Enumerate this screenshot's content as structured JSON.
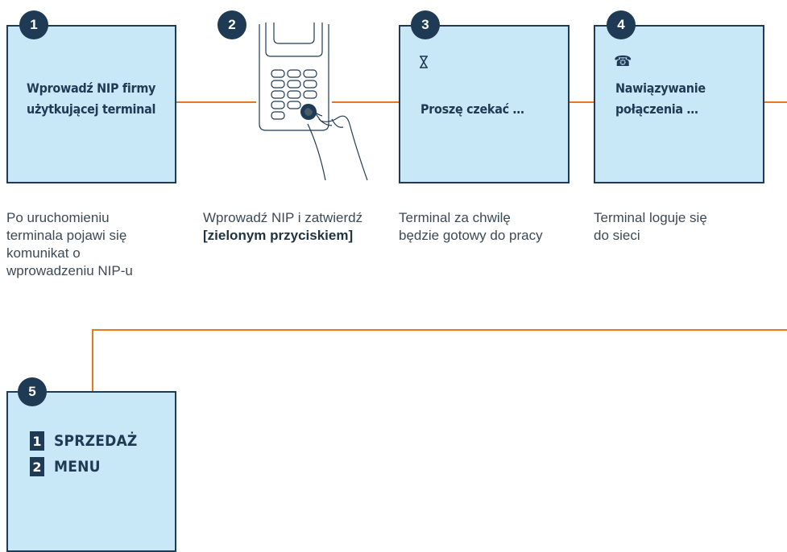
{
  "steps": [
    {
      "number": "1",
      "screen": "Wprowadź NIP firmy użytkującej terminal",
      "caption": "Po uruchomieniu terminala pojawi się komunikat o wprowadzeniu NIP-u"
    },
    {
      "number": "2",
      "caption_prefix": "Wprowadź NIP i zatwierdź ",
      "caption_bold": "[zielonym przyciskiem]"
    },
    {
      "number": "3",
      "icon": "hourglass-icon",
      "screen": "Proszę czekać …",
      "caption": "Terminal za chwilę będzie gotowy do pracy"
    },
    {
      "number": "4",
      "icon": "phone-icon",
      "screen": "Nawiązywanie połączenia …",
      "caption": "Terminal loguje się do sieci"
    },
    {
      "number": "5",
      "menu": [
        {
          "num": "1",
          "label": "SPRZEDAŻ"
        },
        {
          "num": "2",
          "label": "MENU"
        }
      ]
    }
  ],
  "colors": {
    "box_fill": "#c9e8f7",
    "box_border": "#1f3a55",
    "connector": "#e87722",
    "badge": "#1f3a55"
  }
}
